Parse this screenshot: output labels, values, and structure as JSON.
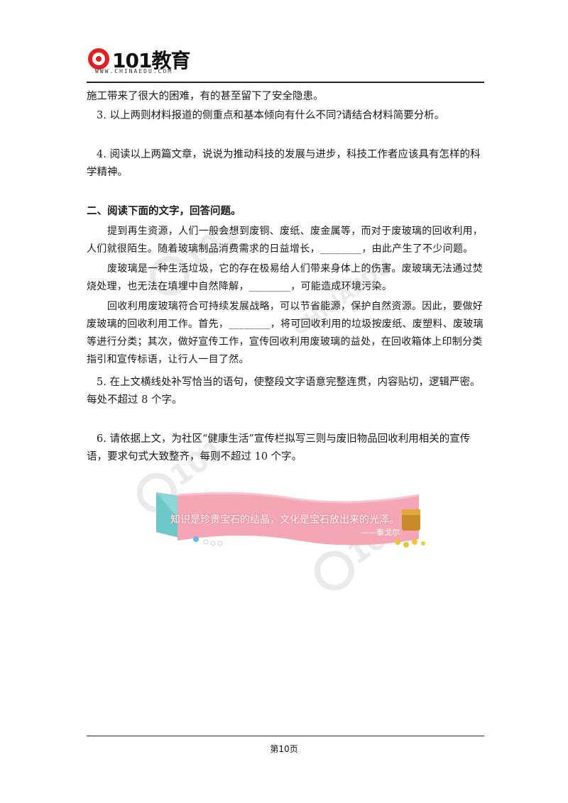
{
  "header": {
    "logo_text": "101教育",
    "logo_sub": "WWW.CHINAEDU.COM"
  },
  "body": {
    "cont": "施工带来了很大的困难，有的甚至留下了安全隐患。",
    "q3": "3. 以上两则材料报道的侧重点和基本倾向有什么不同?请结合材料简要分析。",
    "q4": "4. 阅读以上两篇文章，说说为推动科技的发展与进步，科技工作者应该具有怎样的科学精神。",
    "section2": "二、阅读下面的文字，回答问题。",
    "para1": "提到再生资源，人们一般会想到废铜、废纸、废金属等，而对于废玻璃的回收利用，人们就很陌生。随着玻璃制品消费需求的日益增长，________，由此产生了不少问题。",
    "para2": "废玻璃是一种生活垃圾，它的存在极易给人们带来身体上的伤害。废玻璃无法通过焚烧处理，也无法在填埋中自然降解，________，可能造成环境污染。",
    "para3": "回收利用废玻璃符合可持续发展战略，可以节省能源，保护自然资源。因此，要做好废玻璃的回收利用工作。首先，________，将可回收利用的垃圾按废纸、废塑料、废玻璃等进行分类；其次，做好宣传工作，宣传回收利用废玻璃的益处，在回收箱体上印制分类指引和宣传标语，让行人一目了然。",
    "q5": "5. 在上文横线处补写恰当的语句，使整段文字语意完整连贯，内容贴切，逻辑严密。每处不超过 8 个字。",
    "q6": "6. 请依据上文，为社区“健康生活”宣传栏拟写三则与废旧物品回收利用相关的宣传语，要求句式大致整齐，每则不超过 10 个字。"
  },
  "banner": {
    "quote": "知识是珍贵宝石的结晶，文化是宝石放出来的光泽。",
    "author": "——泰戈尔"
  },
  "footer": {
    "page": "第10页"
  },
  "colors": {
    "banner_pink": "#f4a6b4",
    "banner_teal": "#6ec7c9",
    "logo_red": "#e02020"
  }
}
